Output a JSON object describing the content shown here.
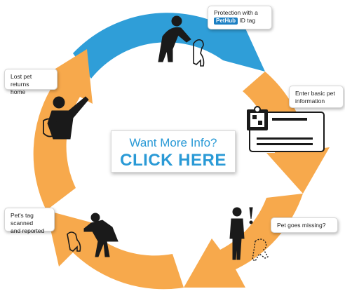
{
  "colors": {
    "protection_arrow": "#2f9ed8",
    "cycle_arrows": "#f7a94c",
    "figure": "#1a1a1a",
    "info_text": "#2a9ad6",
    "brand_badge": "#1b7fc3"
  },
  "steps": [
    {
      "id": "protection",
      "line1": "Protection with a",
      "brand": "PetHub",
      "line2": "ID tag"
    },
    {
      "id": "enter-info",
      "line1": "Enter basic pet",
      "line2": "information"
    },
    {
      "id": "missing",
      "line1": "Pet goes missing?"
    },
    {
      "id": "scanned",
      "line1": "Pet's tag scanned",
      "line2": "and reported"
    },
    {
      "id": "returns",
      "line1": "Lost pet returns",
      "line2": "home"
    }
  ],
  "info": {
    "line1": "Want More Info?",
    "line2": "CLICK HERE"
  },
  "icons": [
    "person-tagging-dog-icon",
    "pet-id-card-icon",
    "person-with-exclamation-icon",
    "person-scanning-dog-icon",
    "person-holding-dog-icon"
  ]
}
